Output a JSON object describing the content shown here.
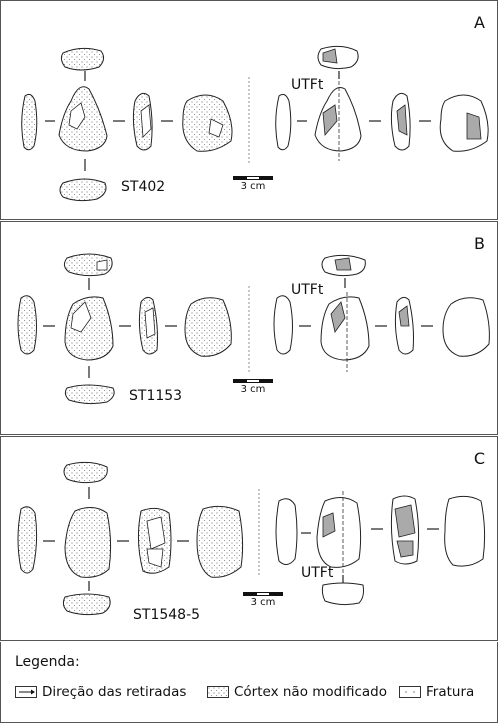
{
  "panels": [
    {
      "label": "A",
      "code": "ST402",
      "utf": "UTFt",
      "scale": "3 cm"
    },
    {
      "label": "B",
      "code": "ST1153",
      "utf": "UTFt",
      "scale": "3 cm"
    },
    {
      "label": "C",
      "code": "ST1548-5",
      "utf": "UTFt",
      "scale": "3 cm"
    }
  ],
  "legend": {
    "title": "Legenda:",
    "items": [
      "Direção das retiradas",
      "Córtex não modificado",
      "Fratura"
    ]
  }
}
